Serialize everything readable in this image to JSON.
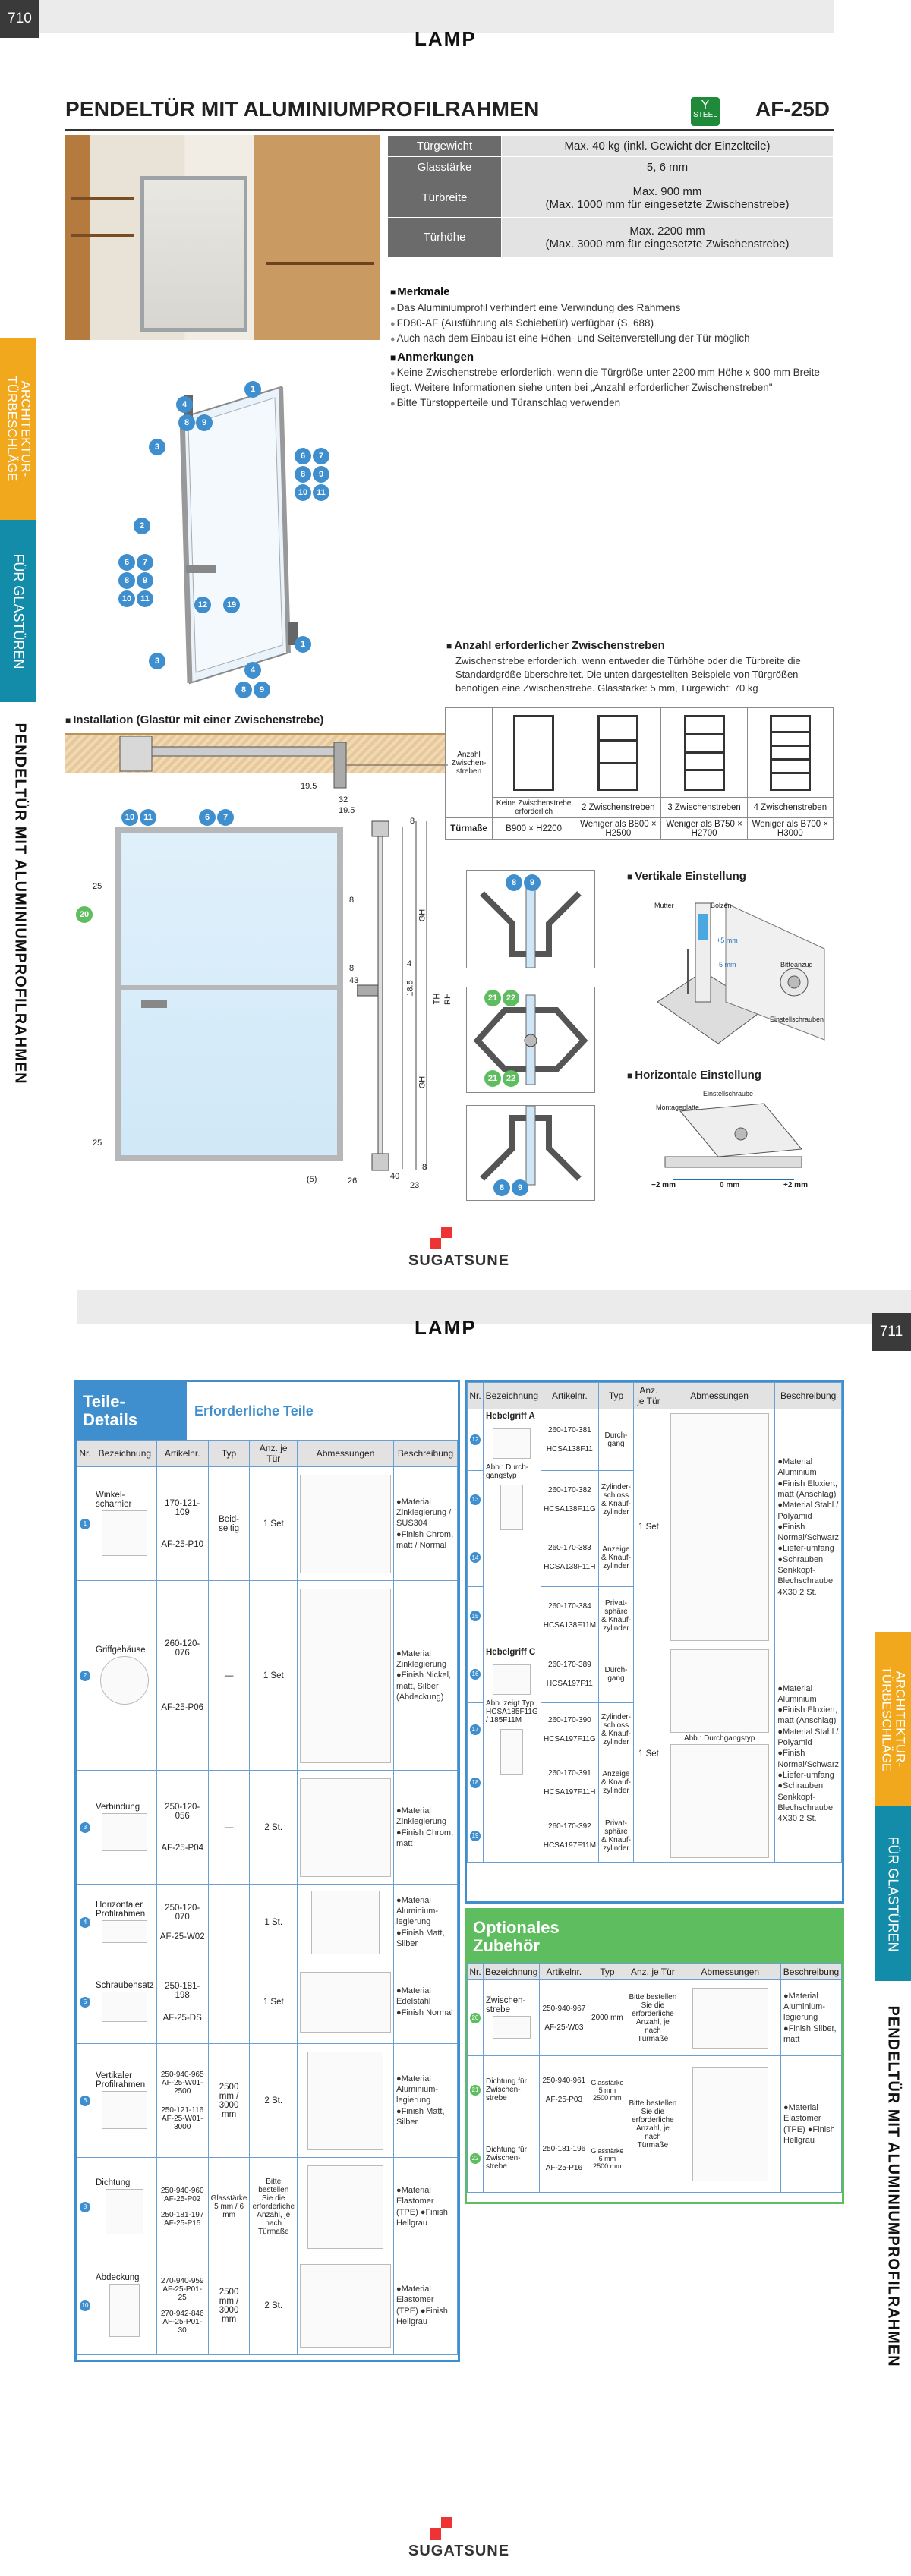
{
  "page710": {
    "page_number": "710",
    "brand": "LAMP",
    "title": "PENDELTÜR MIT ALUMINIUMPROFILRAHMEN",
    "badge": "STEEL",
    "model": "AF-25D",
    "spec": [
      {
        "k": "Türgewicht",
        "v": "Max. 40 kg (inkl. Gewicht der Einzelteile)"
      },
      {
        "k": "Glasstärke",
        "v": "5, 6 mm"
      },
      {
        "k": "Türbreite",
        "v": "Max. 900 mm",
        "v2": "(Max. 1000 mm für eingesetzte Zwischenstrebe)"
      },
      {
        "k": "Türhöhe",
        "v": "Max. 2200 mm",
        "v2": "(Max. 3000 mm für eingesetzte Zwischenstrebe)"
      }
    ],
    "merkmale_title": "Merkmale",
    "merkmale": [
      "Das Aluminiumprofil verhindert eine Verwindung des Rahmens",
      "FD80-AF (Ausführung als Schiebetür) verfügbar (S. 688)",
      "Auch nach dem Einbau ist eine Höhen- und Seitenverstellung der Tür möglich"
    ],
    "anmerkungen_title": "Anmerkungen",
    "anmerkungen": [
      "Keine Zwischenstrebe erforderlich, wenn die Türgröße unter 2200 mm Höhe x 900 mm Breite liegt. Weitere Informationen siehe unten bei „Anzahl erforderlicher Zwischenstreben\"",
      "Bitte Türstopperteile und Türanschlag verwenden"
    ],
    "install_title": "Installation (Glastür mit einer Zwischenstrebe)",
    "strut_title": "Anzahl erforderlicher Zwischenstreben",
    "strut_text": "Zwischenstrebe erforderlich, wenn entweder die Türhöhe oder die Türbreite die Standardgröße überschreitet. Die unten dargestellten Beispiele von Türgrößen benötigen eine Zwischenstrebe. Glasstärke: 5 mm, Türgewicht: 70 kg",
    "strut_row_label": "Anzahl Zwischen-streben",
    "strut_size_label": "Türmaße",
    "strut_cols": [
      {
        "name": "Keine Zwischenstrebe erforderlich",
        "size": "B900 × H2200"
      },
      {
        "name": "2 Zwischenstreben",
        "size": "Weniger als B800 × H2500"
      },
      {
        "name": "3 Zwischenstreben",
        "size": "Weniger als B750 × H2700"
      },
      {
        "name": "4 Zwischenstreben",
        "size": "Weniger als B700 × H3000"
      }
    ],
    "vert_title": "Vertikale Einstellung",
    "hor_title": "Horizontale Einstellung",
    "vert_labels": [
      "Mutter",
      "Bolzen",
      "+5 mm",
      "-5 mm",
      "Bitteanzug",
      "Einstellschrauben"
    ],
    "hor_labels": [
      "Einstellschraube",
      "Montageplatte",
      "−2 mm",
      "0 mm",
      "+2 mm"
    ],
    "dims": [
      "19.5",
      "32",
      "19.5",
      "25",
      "8",
      "8",
      "43",
      "GH",
      "TH",
      "RH",
      "18.5",
      "4",
      "GH",
      "8",
      "26",
      "40",
      "(5)",
      "23",
      "8",
      "25"
    ],
    "footer_brand": "SUGATSUNE"
  },
  "page711": {
    "page_number": "711",
    "brand": "LAMP",
    "parts_title": "Teile-\nDetails",
    "parts_sub": "Erforderliche Teile",
    "headers": [
      "Nr.",
      "Bezeichnung",
      "Artikelnr.",
      "Typ",
      "Anz. je Tür",
      "Abmessungen",
      "Beschreibung"
    ],
    "parts": [
      {
        "nr": "1",
        "name": "Winkel-scharnier",
        "art": [
          "170-121-109",
          "AF-25-P10"
        ],
        "typ": "Beid-seitig",
        "qty": "1 Set",
        "desc": "●Material Zinklegierung / SUS304 ●Finish Chrom, matt / Normal"
      },
      {
        "nr": "2",
        "name": "Griffgehäuse",
        "art": [
          "260-120-076",
          "AF-25-P06"
        ],
        "typ": "—",
        "qty": "1 Set",
        "desc": "●Material Zinklegierung ●Finish Nickel, matt, Silber (Abdeckung)"
      },
      {
        "nr": "3",
        "name": "Verbindung",
        "art": [
          "250-120-056",
          "AF-25-P04"
        ],
        "typ": "—",
        "qty": "2 St.",
        "desc": "●Material Zinklegierung ●Finish Chrom, matt"
      },
      {
        "nr": "4",
        "name": "Horizontaler Profilrahmen",
        "art": [
          "250-120-070",
          "AF-25-W02"
        ],
        "typ": "",
        "qty": "1 St.",
        "desc": "●Material Aluminium-legierung ●Finish Matt, Silber"
      },
      {
        "nr": "5",
        "name": "Schraubensatz",
        "art": [
          "250-181-198",
          "AF-25-DS"
        ],
        "typ": "",
        "qty": "1 Set",
        "desc": "●Material Edelstahl ●Finish Normal"
      },
      {
        "nr": "6",
        "name": "Vertikaler Profilrahmen",
        "art": [
          "250-940-965",
          "AF-25-W01-2500",
          "250-121-116",
          "AF-25-W01-3000"
        ],
        "typ": "2500 mm / 3000 mm",
        "qty": "2 St.",
        "desc": "●Material Aluminium-legierung ●Finish Matt, Silber"
      },
      {
        "nr": "8",
        "name": "Dichtung",
        "art": [
          "250-940-960",
          "AF-25-P02",
          "250-181-197",
          "AF-25-P15"
        ],
        "typ": "Glasstärke 5 mm / 6 mm",
        "qty": "Bitte bestellen Sie die erforderliche Anzahl, je nach Türmaße",
        "desc": "●Material Elastomer (TPE) ●Finish Hellgrau"
      },
      {
        "nr": "10",
        "name": "Abdeckung",
        "art": [
          "270-940-959",
          "AF-25-P01-25",
          "270-942-846",
          "AF-25-P01-30"
        ],
        "typ": "2500 mm / 3000 mm",
        "qty": "2 St.",
        "desc": "●Material Elastomer (TPE) ●Finish Hellgrau"
      }
    ],
    "right_headers": [
      "Nr.",
      "Bezeichnung",
      "Artikelnr.",
      "Typ",
      "Anz. je Tür",
      "Abmessungen",
      "Beschreibung"
    ],
    "hebelgriff_a": {
      "name": "Hebelgriff A",
      "note": "Abb.: Durch-gangstyp",
      "rows": [
        {
          "nr": "12",
          "art": "260-170-381",
          "art2": "HCSA138F11",
          "typ": "Durch-gang"
        },
        {
          "nr": "13",
          "art": "260-170-382",
          "art2": "HCSA138F11G",
          "typ": "Zylinder-schloss & Knauf-zylinder"
        },
        {
          "nr": "14",
          "art": "260-170-383",
          "art2": "HCSA138F11H",
          "typ": "Anzeige & Knauf-zylinder"
        },
        {
          "nr": "15",
          "art": "260-170-384",
          "art2": "HCSA138F11M",
          "typ": "Privat-sphäre & Knauf-zylinder"
        }
      ],
      "qty": "1 Set",
      "desc": "●Material Aluminium ●Finish Eloxiert, matt (Anschlag) ●Material Stahl / Polyamid ●Finish Normal/Schwarz ●Liefer-umfang ●Schrauben Senkkopf-Blechschraube 4X30 2 St."
    },
    "hebelgriff_c": {
      "name": "Hebelgriff C",
      "note": "Abb. zeigt Typ HCSA185F11G / 185F11M",
      "rows": [
        {
          "nr": "16",
          "art": "260-170-389",
          "art2": "HCSA197F11",
          "typ": "Durch-gang"
        },
        {
          "nr": "17",
          "art": "260-170-390",
          "art2": "HCSA197F11G",
          "typ": "Zylinder-schloss & Knauf-zylinder"
        },
        {
          "nr": "18",
          "art": "260-170-391",
          "art2": "HCSA197F11H",
          "typ": "Anzeige & Knauf-zylinder"
        },
        {
          "nr": "19",
          "art": "260-170-392",
          "art2": "HCSA197F11M",
          "typ": "Privat-sphäre & Knauf-zylinder"
        }
      ],
      "qty": "1 Set",
      "desc": "●Material Aluminium ●Finish Eloxiert, matt (Anschlag) ●Material Stahl / Polyamid ●Finish Normal/Schwarz ●Liefer-umfang ●Schrauben Senkkopf-Blechschraube 4X30 2 St.",
      "dim_label": "Abb.: Durchgangstyp"
    },
    "optional_title": "Optionales\nZubehör",
    "optional": [
      {
        "nr": "20",
        "name": "Zwischen-strebe",
        "art": [
          "250-940-967",
          "AF-25-W03"
        ],
        "typ": "2000 mm",
        "qty": "Bitte bestellen Sie die erforderliche Anzahl, je nach Türmaße",
        "desc": "●Material Aluminium-legierung ●Finish Silber, matt"
      },
      {
        "nr": "21",
        "name": "Dichtung für Zwischen-strebe",
        "art": [
          "250-940-961",
          "AF-25-P03"
        ],
        "typ": "Glasstärke 5 mm 2500 mm",
        "qty": "Bitte bestellen Sie die erforderliche Anzahl, je nach Türmaße",
        "desc": "●Material Elastomer (TPE) ●Finish Hellgrau"
      },
      {
        "nr": "22",
        "name": "Dichtung für Zwischen-strebe",
        "art": [
          "250-181-196",
          "AF-25-P16"
        ],
        "typ": "Glasstärke 6 mm 2500 mm",
        "qty": "",
        "desc": ""
      }
    ],
    "footer_brand": "SUGATSUNE"
  },
  "side": {
    "tab1": "ARCHITEKTUR-\nTÜRBESCHLÄGE",
    "tab2": "FÜR GLASTÜREN",
    "long": "PENDELTÜR MIT ALUMINIUMPROFILRAHMEN"
  }
}
